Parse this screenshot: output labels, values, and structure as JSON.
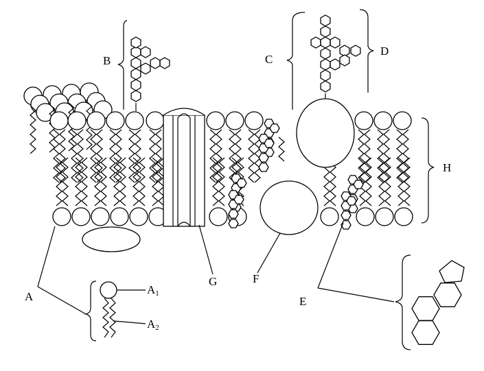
{
  "labels": {
    "A": "A",
    "A1": "A",
    "A1_sub": "1",
    "A2": "A",
    "A2_sub": "2",
    "B": "B",
    "C": "C",
    "D": "D",
    "E": "E",
    "F": "F",
    "G": "G",
    "H": "H"
  }
}
